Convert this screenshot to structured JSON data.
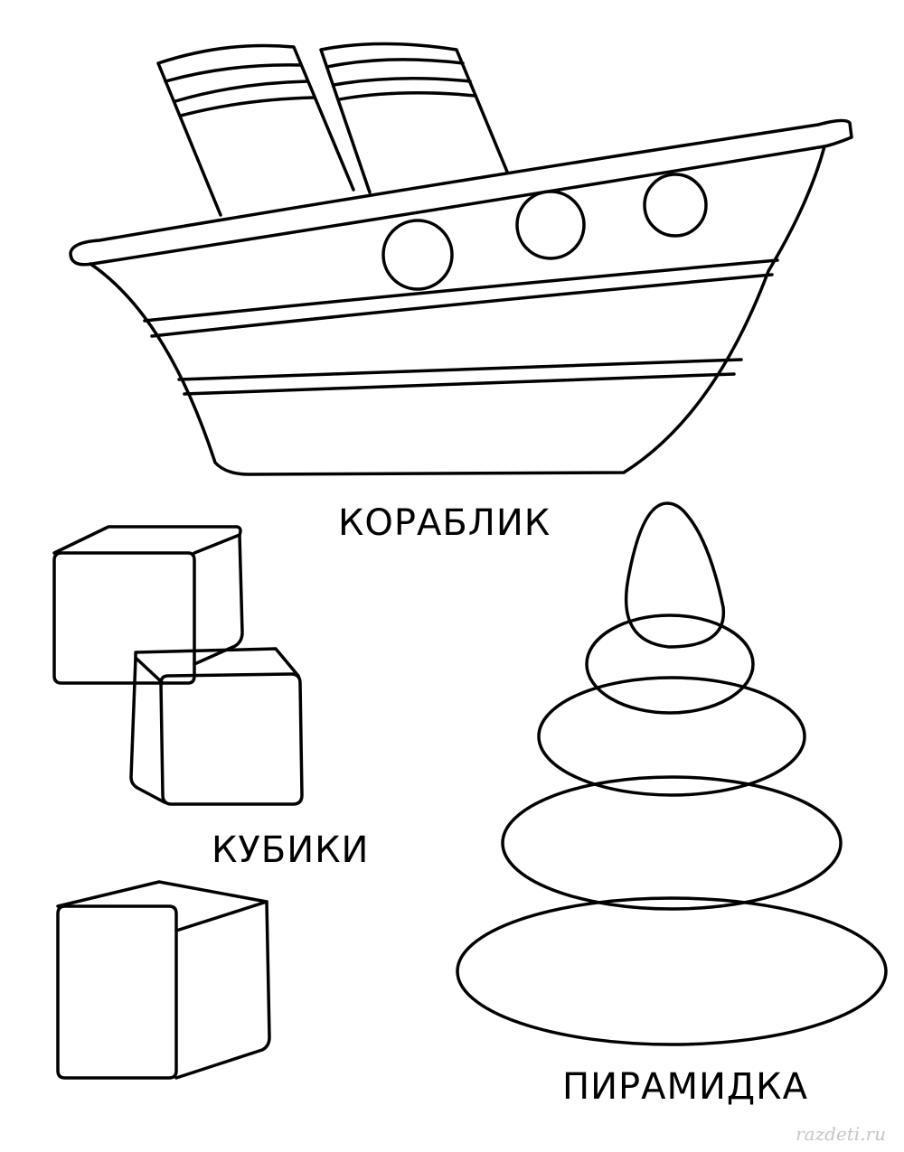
{
  "labels": {
    "ship": "КОРАБЛИК",
    "cubes": "КУБИКИ",
    "pyramid": "ПИРАМИДКА"
  },
  "watermark": "razdeti.ru",
  "colors": {
    "line": "#000000",
    "background": "#ffffff",
    "watermark": "#c6c6c6"
  }
}
